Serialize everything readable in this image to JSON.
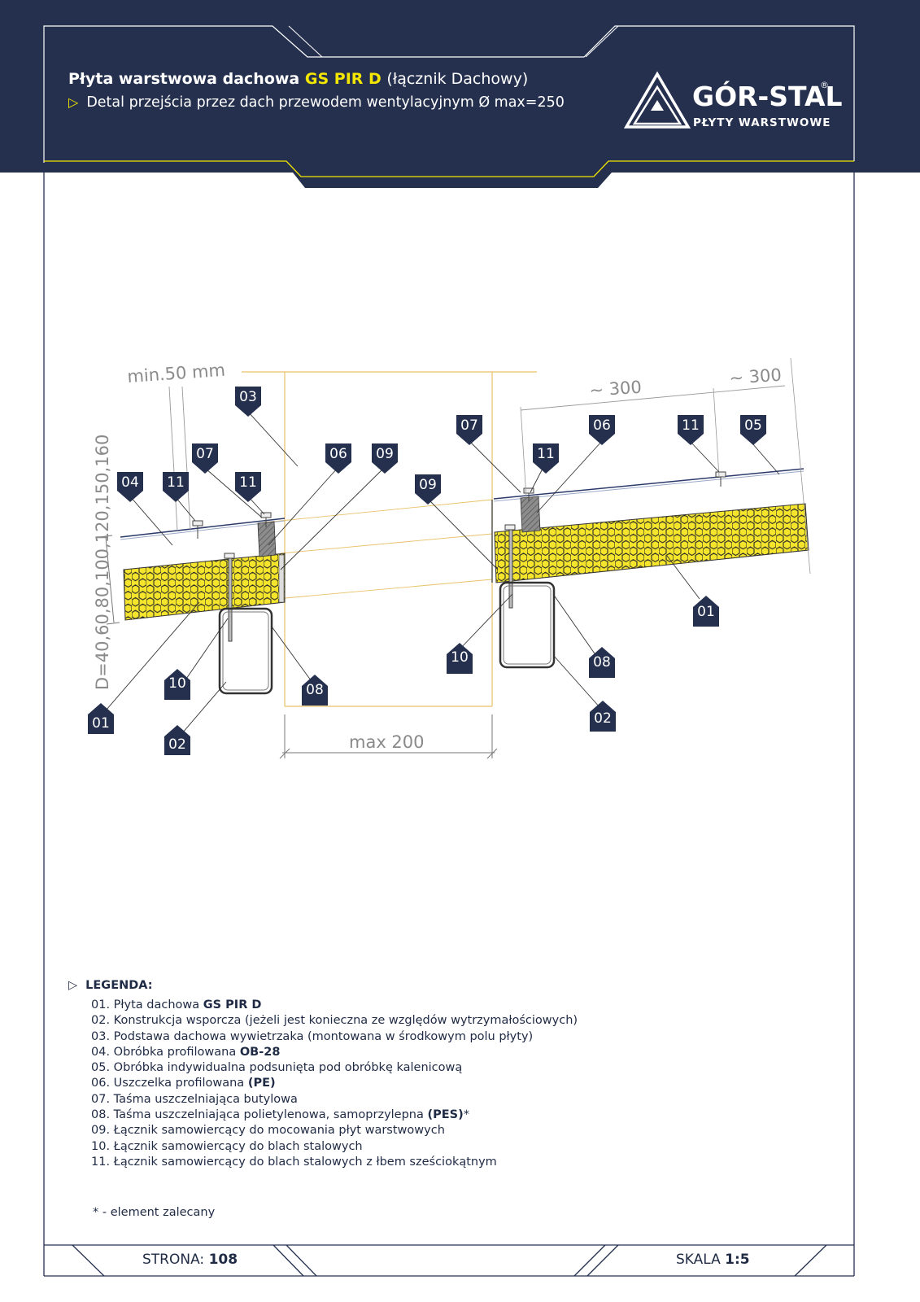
{
  "header": {
    "title_prefix": "Płyta warstwowa dachowa",
    "title_product": "GS  PIR D",
    "title_suffix": "(łącznik Dachowy)",
    "subtitle": "Detal przejścia przez dach przewodem wentylacyjnym Ø max=250"
  },
  "logo": {
    "name": "GÓR-STAL",
    "reg": "®",
    "tagline": "PŁYTY WARSTWOWE"
  },
  "drawing": {
    "dim_min50": "min.50  mm",
    "dim_300_a": "~ 300",
    "dim_300_b": "~ 300",
    "dim_thickness": "D=40,60,80,100,120,150,160",
    "dim_max200": "max  200",
    "callouts": [
      "01",
      "02",
      "03",
      "04",
      "05",
      "06",
      "07",
      "08",
      "09",
      "10",
      "11"
    ]
  },
  "legend": {
    "title": "LEGENDA:",
    "items": [
      {
        "num": "01.",
        "text": "Płyta dachowa ",
        "bold": "GS PIR D",
        "after": ""
      },
      {
        "num": "02.",
        "text": "Konstrukcja wsporcza (jeżeli jest konieczna ze względów wytrzymałościowych)",
        "bold": "",
        "after": ""
      },
      {
        "num": "03.",
        "text": "Podstawa dachowa wywietrzaka (montowana w środkowym polu płyty)",
        "bold": "",
        "after": ""
      },
      {
        "num": "04.",
        "text": "Obróbka profilowana ",
        "bold": "OB-28",
        "after": ""
      },
      {
        "num": "05.",
        "text": "Obróbka indywidualna podsunięta pod obróbkę kalenicową",
        "bold": "",
        "after": ""
      },
      {
        "num": "06.",
        "text": "Uszczelka profilowana ",
        "bold": "(PE)",
        "after": ""
      },
      {
        "num": "07.",
        "text": "Taśma uszczelniająca butylowa",
        "bold": "",
        "after": ""
      },
      {
        "num": "08.",
        "text": "Taśma uszczelniająca polietylenowa, samoprzylepna ",
        "bold": "(PES)",
        "after": "*"
      },
      {
        "num": "09.",
        "text": "Łącznik samowiercący do mocowania płyt warstwowych",
        "bold": "",
        "after": ""
      },
      {
        "num": "10.",
        "text": "Łącznik samowiercący do blach stalowych",
        "bold": "",
        "after": ""
      },
      {
        "num": "11.",
        "text": "Łącznik samowiercący do blach stalowych z łbem sześciokątnym",
        "bold": "",
        "after": ""
      }
    ],
    "footnote": "* -  element zalecany"
  },
  "footer": {
    "page_label": "STRONA:",
    "page_num": "108",
    "scale_label": "SKALA",
    "scale_value": "1:5"
  },
  "colors": {
    "navy": "#25304f",
    "yellow": "#f3e600",
    "foam": "#f4e42c",
    "guide": "#e8c168"
  }
}
